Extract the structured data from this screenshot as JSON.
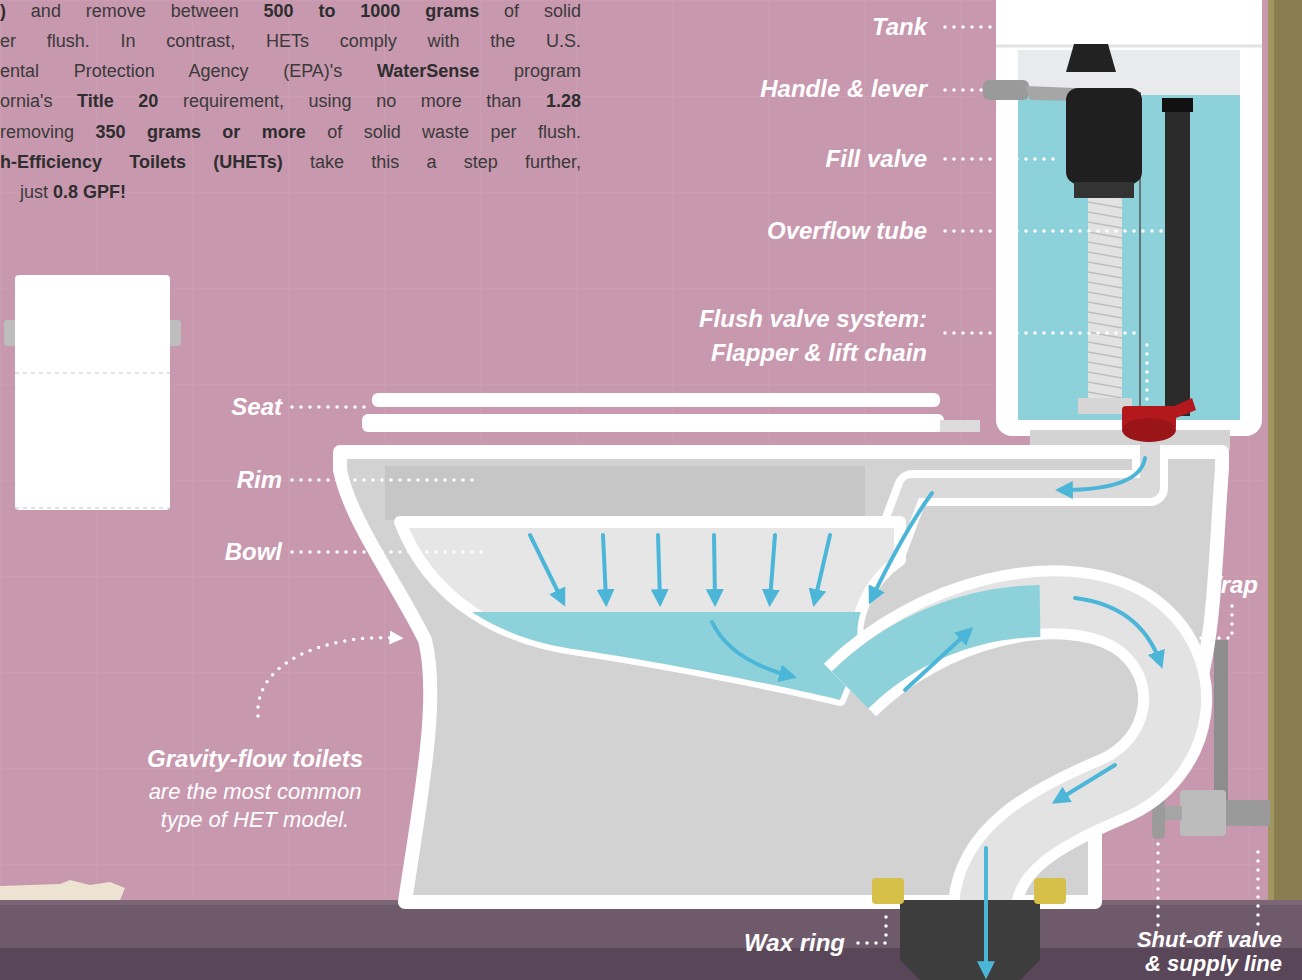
{
  "diagram": {
    "labels": [
      ") and remove between 500 to 1000 grams of solid",
      "er flush. In contrast, HETs comply with the U.S.",
      "ental Protection Agency (EPA)'s WaterSense program",
      "ornia's Title 20 requirement, using no more than 1.28",
      "removing 350 grams or more of solid waste per flush.",
      "h-Efficiency Toilets (UHETs) take this a step further,",
      "just 0.8 GPF!",
      "Tank",
      "Handle & lever",
      "Fill valve",
      "Overflow tube",
      "Flush valve system: Flapper & lift chain",
      "Seat",
      "Rim",
      "Bowl",
      "Trap",
      "Gravity-flow toilets",
      "are the most common type of HET model.",
      "Wax ring",
      "Shut-off valve & supply line"
    ]
  }
}
